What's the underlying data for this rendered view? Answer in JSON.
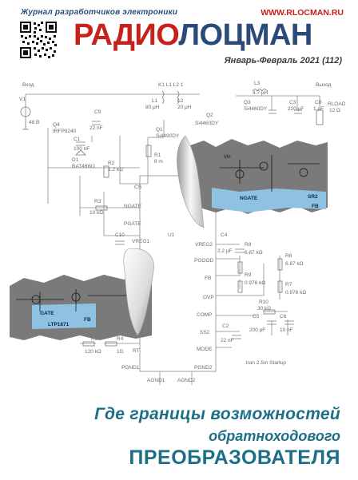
{
  "header": {
    "tagline": "Журнал разработчиков электроники",
    "site": "WWW.RLOCMAN.RU",
    "logo_part1": "РАДИО",
    "logo_part2": "ЛОЦМАН",
    "issue": "Январь-Февраль 2021 (112)"
  },
  "schematic": {
    "labels": {
      "vin": "Вход",
      "vout": "Выход",
      "v1": "V1",
      "v1_val": "48 В",
      "k": "K1  L1  L2  1",
      "l3": "L3",
      "l3_val": "4.7 µH",
      "l1": "L1",
      "l1_val": "80 µH",
      "l2": "L2",
      "l2_val": "20 µH",
      "q2": "Q2",
      "q2_part": "Si4460DY",
      "q3": "Q3",
      "q3_part": "Si4460DY",
      "c3": "C3",
      "c3_val": "220 µF",
      "c8": "C8",
      "c8_val": "1 µF",
      "rload": "RLOAD",
      "rload_val": "12 Ω",
      "c9": "C9",
      "c9_val": "22 nF",
      "q4": "Q4",
      "q4_part": "IRFP9240",
      "c1": "C1",
      "c1_val": "100 nF",
      "d1": "D1",
      "d1_part": "BAT46WJ",
      "q1": "Q1",
      "q1_part": "Si4490DY",
      "r1": "R1",
      "r1_val": "8 m",
      "r2": "R2",
      "r2_val": "1.2 kΩ",
      "cs": "CS",
      "ngate": "NGATE",
      "r3": "R3",
      "r3_val": "10 kΩ",
      "pgate": "PGATE",
      "c10": "C10",
      "vreg1": "VREG1",
      "u1": "U1",
      "vreg2": "VREG2",
      "c4": "C4",
      "c4_val": "2.2 µF",
      "pgood": "PGOOD",
      "fb": "FB",
      "ovp": "OVP",
      "comp": "COMP",
      "ss2": "SS2",
      "mode": "MODE",
      "rt": "RT",
      "pgnd1": "PGND1",
      "pgnd2": "PGND2",
      "agnd1": "AGND1",
      "agnd2": "AGND2",
      "r8": "R8",
      "r8_val": "6.87 kΩ",
      "r9": "R9",
      "r9_val": "0.976 kΩ",
      "r6": "R6",
      "r6_val": "6.87 kΩ",
      "r7": "R7",
      "r7_val": "0.976 kΩ",
      "r10": "R10",
      "r10_val": "30 kΩ",
      "c5": "C5",
      "c5_val": "200 pF",
      "c6": "C6",
      "c6_val": "10 nF",
      "c2": "C2",
      "c2_val": "22 nF",
      "r5": "R5",
      "r5_val": "120 kΩ",
      "r4": "R4",
      "r4_val": "1G",
      "tran": ".tran 2.5m Startup",
      "torn_ngate": "NGATE",
      "torn_sr2": "SR2",
      "torn_fb": "FB",
      "torn_gate": "GATE",
      "torn_fb2": "FB",
      "torn_ltp": "LTP1871",
      "torn_vin": "Vin"
    }
  },
  "title": {
    "line1": "Где границы возможностей",
    "line2": "обратноходового",
    "line3": "преобразователя"
  },
  "colors": {
    "red": "#c8201a",
    "navy": "#2a4a7a",
    "teal": "#1d6f88",
    "torn_blue": "#8fc2e2"
  }
}
